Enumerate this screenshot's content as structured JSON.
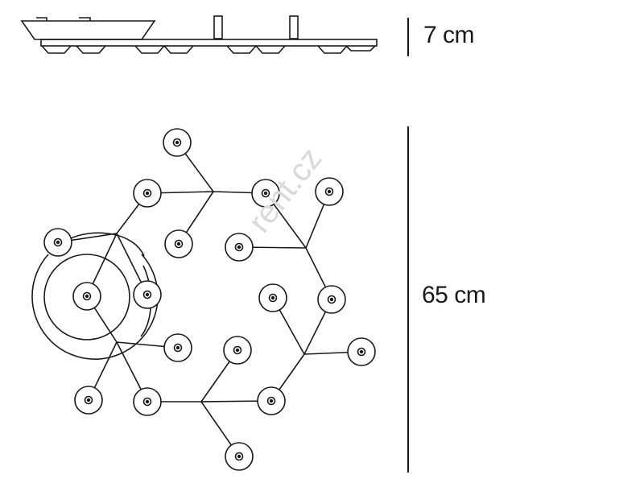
{
  "dimensions": {
    "height_label": "7 cm",
    "width_label": "65 cm"
  },
  "watermark": "rent.cz",
  "colors": {
    "stroke": "#1a1a1a",
    "background": "#ffffff",
    "watermark": "#d9d9d9"
  }
}
